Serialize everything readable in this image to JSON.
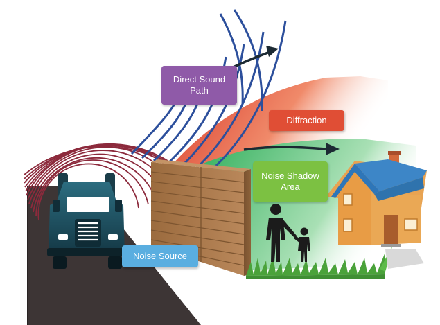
{
  "labels": {
    "direct_sound_path": "Direct Sound Path",
    "diffraction": "Diffraction",
    "noise_shadow_area": "Noise Shadow Area",
    "noise_source": "Noise Source"
  },
  "colors": {
    "direct_label": "#8f5aa8",
    "diffraction_label": "#e04e35",
    "shadow_label": "#7cc142",
    "source_label": "#5aaee0",
    "direct_waves": "#2c4f9c",
    "source_waves": "#8c2a3c",
    "diffraction_zone": "#e8523a",
    "shadow_zone": "#4bbf6b",
    "truck": "#1e4f5e",
    "road": "#3d3535",
    "wall": "#a8774a",
    "house_wall": "#e8a352",
    "house_roof": "#3d86c7",
    "grass": "#4aa23a"
  },
  "icons": [
    "truck-icon",
    "house-icon",
    "adult-figure-icon",
    "child-figure-icon",
    "arrow-icon"
  ]
}
